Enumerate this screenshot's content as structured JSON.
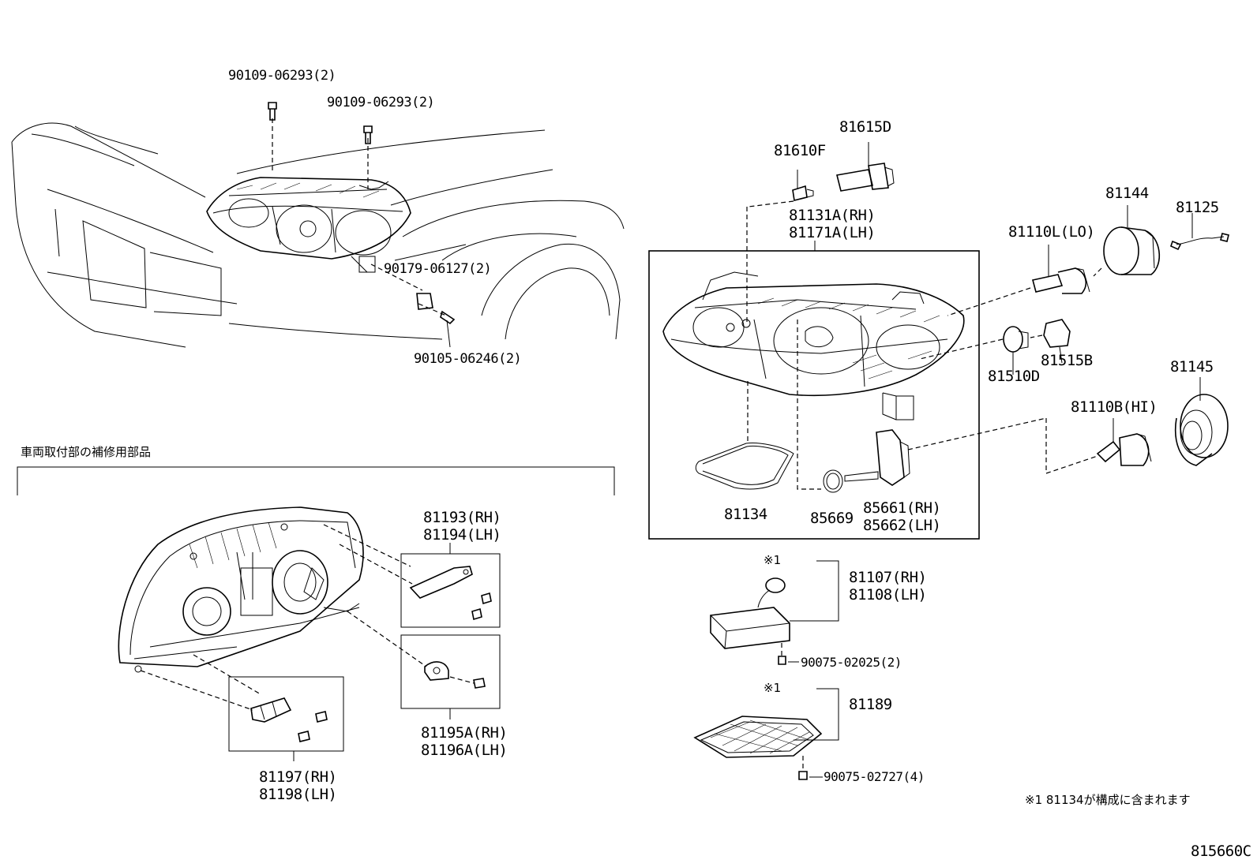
{
  "labels": {
    "bolt_upper_left": "90109-06293(2)",
    "bolt_upper_right": "90109-06293(2)",
    "nut_clip": "90179-06127(2)",
    "screw_lower": "90105-06246(2)",
    "bulb_81610f": "81610F",
    "bulb_81615d": "81615D",
    "unit_rh": "81131A(RH)",
    "unit_lh": "81171A(LH)",
    "cover_81144": "81144",
    "wire_81125": "81125",
    "bulb_lo": "81110L(LO)",
    "bulb_81510d": "81510D",
    "socket_81515b": "81515B",
    "cover_81145": "81145",
    "bulb_hi": "81110B(HI)",
    "gasket_81134": "81134",
    "oring_85669": "85669",
    "leveling_rh": "85661(RH)",
    "leveling_lh": "85662(LH)",
    "ecu_note_mark": "※1",
    "ecu_rh": "81107(RH)",
    "ecu_lh": "81108(LH)",
    "screw_90075_02025": "90075-02025(2)",
    "cover_note_mark": "※1",
    "cover_81189": "81189",
    "screw_90075_02727": "90075-02727(4)",
    "repair_parts_heading": "車両取付部の補修用部品",
    "bracket_upper_rh": "81193(RH)",
    "bracket_upper_lh": "81194(LH)",
    "bracket_mid_rh": "81195A(RH)",
    "bracket_mid_lh": "81196A(LH)",
    "bracket_lower_rh": "81197(RH)",
    "bracket_lower_lh": "81198(LH)",
    "footnote": "※1 81134が構成に含まれます",
    "figure_id": "815660C"
  }
}
